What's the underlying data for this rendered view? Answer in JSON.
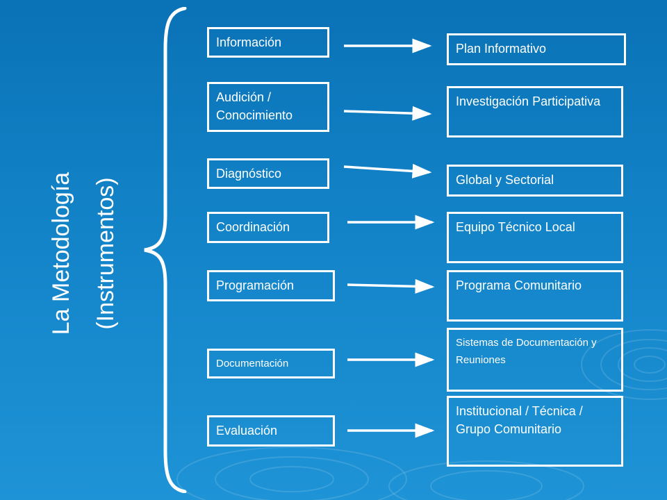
{
  "title": {
    "line1": "La Metodología",
    "line2": "(Instrumentos)"
  },
  "rows": [
    {
      "left": "Información",
      "right": "Plan Informativo"
    },
    {
      "left": "Audición / Conocimiento",
      "right": "Investigación Participativa"
    },
    {
      "left": "Diagnóstico",
      "right": "Global y Sectorial"
    },
    {
      "left": "Coordinación",
      "right": "Equipo Técnico Local"
    },
    {
      "left": "Programación",
      "right": "Programa Comunitario"
    },
    {
      "left": "Documentación",
      "right": "Sistemas de Documentación y Reuniones"
    },
    {
      "left": "Evaluación",
      "right": "Institucional / Técnica / Grupo Comunitario"
    }
  ],
  "colors": {
    "background_top": "#0a72b6",
    "background_bottom": "#1e93d6",
    "foreground": "#ffffff"
  }
}
